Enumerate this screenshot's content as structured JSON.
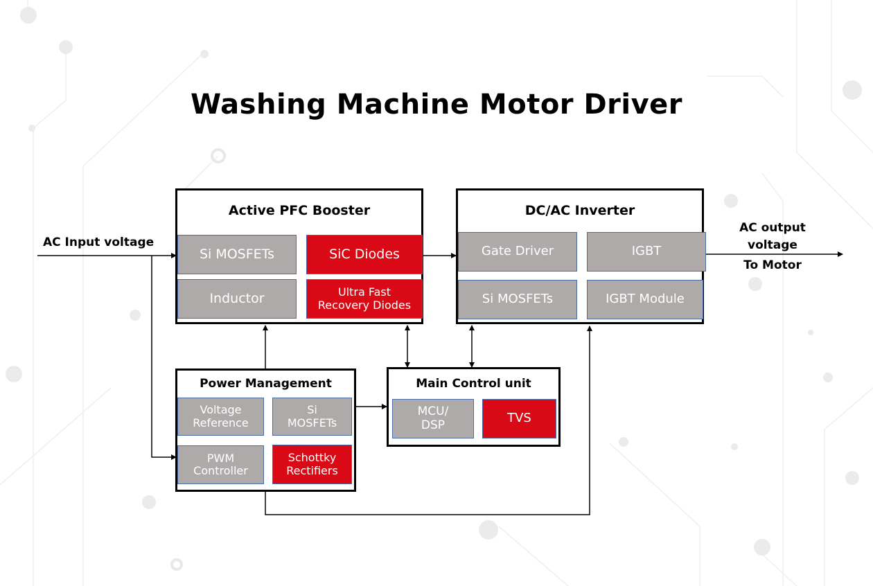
{
  "title": "Washing Machine Motor Driver",
  "colors": {
    "highlight": "#d90a16",
    "component": "#aeaaaa",
    "border": "#000000",
    "cell_border": "#4a6aa8"
  },
  "inputs": {
    "ac_input": "AC Input voltage"
  },
  "outputs": {
    "ac_output_line1": "AC output",
    "ac_output_line2": "voltage",
    "to_motor": "To Motor"
  },
  "blocks": {
    "pfc": {
      "title": "Active PFC Booster",
      "cells": [
        {
          "label": "Si MOSFETs",
          "highlight": false
        },
        {
          "label": "SiC Diodes",
          "highlight": true
        },
        {
          "label": "Inductor",
          "highlight": false
        },
        {
          "label_line1": "Ultra Fast",
          "label_line2": "Recovery Diodes",
          "highlight": true
        }
      ]
    },
    "inverter": {
      "title": "DC/AC Inverter",
      "cells": [
        {
          "label": "Gate Driver",
          "highlight": false
        },
        {
          "label": "IGBT",
          "highlight": false
        },
        {
          "label": "Si MOSFETs",
          "highlight": false
        },
        {
          "label": "IGBT Module",
          "highlight": false
        }
      ]
    },
    "power": {
      "title": "Power Management",
      "cells": [
        {
          "label_line1": "Voltage",
          "label_line2": "Reference",
          "highlight": false
        },
        {
          "label_line1": "Si",
          "label_line2": "MOSFETs",
          "highlight": false
        },
        {
          "label_line1": "PWM",
          "label_line2": "Controller",
          "highlight": false
        },
        {
          "label_line1": "Schottky",
          "label_line2": "Rectifiers",
          "highlight": true
        }
      ]
    },
    "mcu": {
      "title": "Main Control unit",
      "cells": [
        {
          "label_line1": "MCU/",
          "label_line2": "DSP",
          "highlight": false
        },
        {
          "label": "TVS",
          "highlight": true
        }
      ]
    }
  }
}
